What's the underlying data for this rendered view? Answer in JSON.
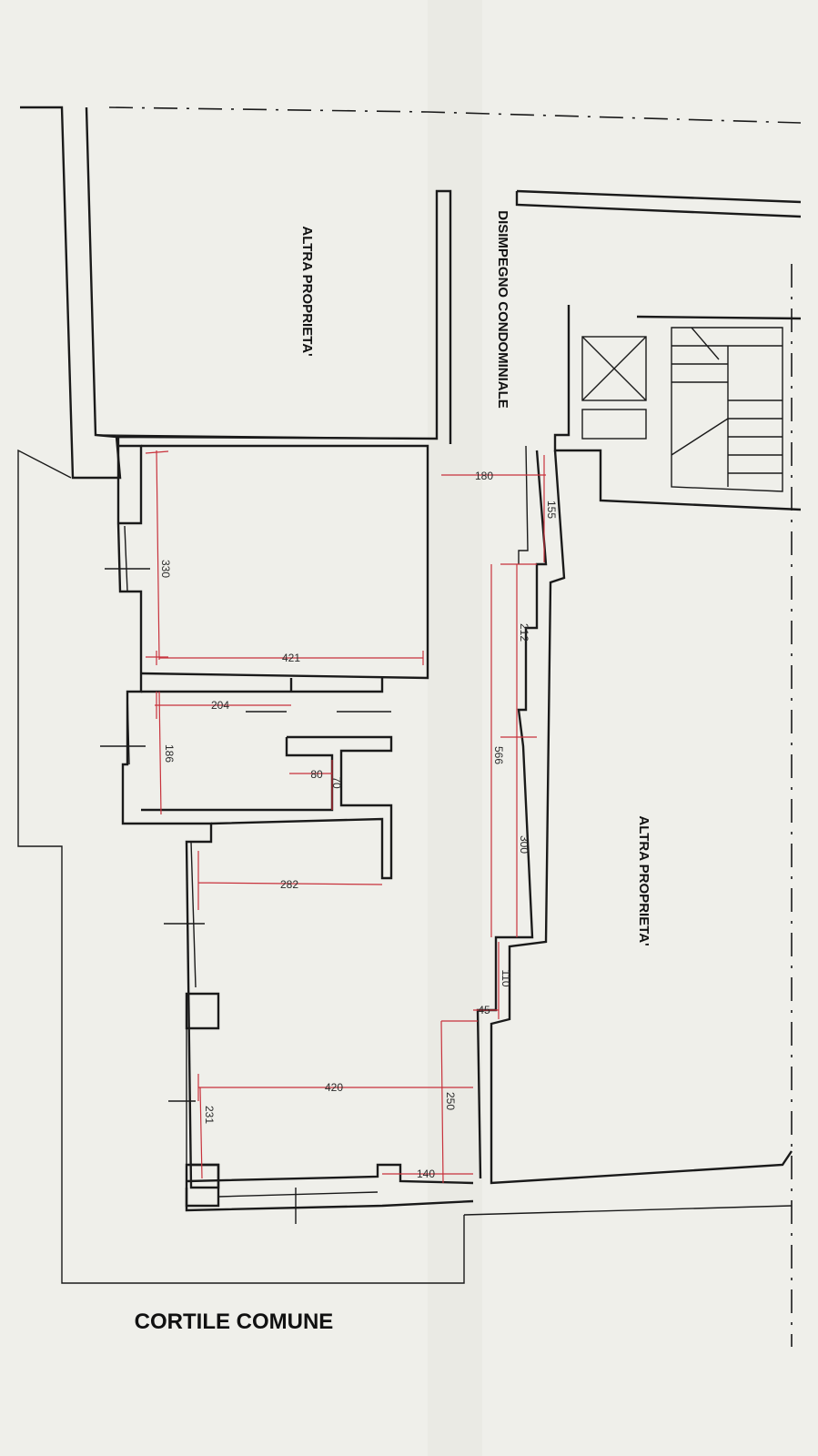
{
  "labels": {
    "altra_top": "ALTRA PROPRIETA'",
    "disimpegno": "DISIMPEGNO CONDOMINIALE",
    "altra_right": "ALTRA PROPRIETA'",
    "cortile": "CORTILE COMUNE"
  },
  "dimensions": {
    "d180": "180",
    "d155": "155",
    "d330": "330",
    "d421": "421",
    "d212": "212",
    "d204": "204",
    "d186": "186",
    "d566": "566",
    "d80": "80",
    "d70": "70",
    "d300": "300",
    "d282": "282",
    "d110": "110",
    "d45": "45",
    "d420": "420",
    "d250": "250",
    "d231": "231",
    "d140": "140"
  }
}
